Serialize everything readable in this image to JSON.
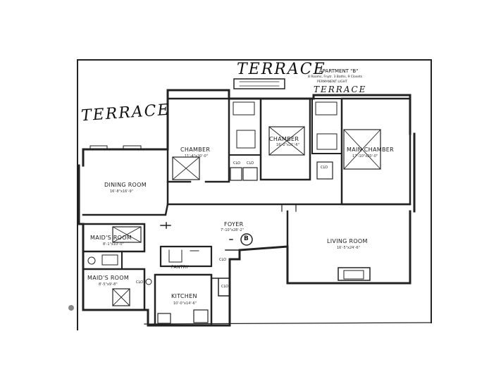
{
  "header": {
    "apartment": "APARTMENT \"B\"",
    "details": "8 Rooms, Fnytr. 3 Baths, 9 Closets",
    "permanent": "PERMANENT LIGHT"
  },
  "terraces": [
    "TERRACE",
    "TERRACE",
    "TERRACE"
  ],
  "rooms": {
    "chamber_left": {
      "label": "CHAMBER",
      "dim": "11'-4\"x20'-0\""
    },
    "chamber_mid": {
      "label": "CHAMBER",
      "dim": "16'-2\"x21'-6\""
    },
    "main_chamber": {
      "label": "MAIN CHAMBER",
      "dim": "17'-10\"x20'-0\""
    },
    "dining_room": {
      "label": "DINING ROOM",
      "dim": "16'-8\"x16'-9\""
    },
    "foyer": {
      "label": "FOYER",
      "dim": "7'-10\"x28'-2\""
    },
    "living_room": {
      "label": "LIVING ROOM",
      "dim": "16'-5\"x24'-6\""
    },
    "maids_room_1": {
      "label": "MAID'S ROOM",
      "dim": "8'-1\"x10'-0\""
    },
    "maids_room_2": {
      "label": "MAID'S ROOM",
      "dim": "8'-5\"x9'-8\""
    },
    "pantry": {
      "label": "PANTRY"
    },
    "kitchen": {
      "label": "KITCHEN",
      "dim": "10'-0\"x14'-6\""
    }
  },
  "badge": "B",
  "closets": [
    "CLO",
    "CLO",
    "CLO",
    "CLO",
    "CLO",
    "CLO"
  ]
}
